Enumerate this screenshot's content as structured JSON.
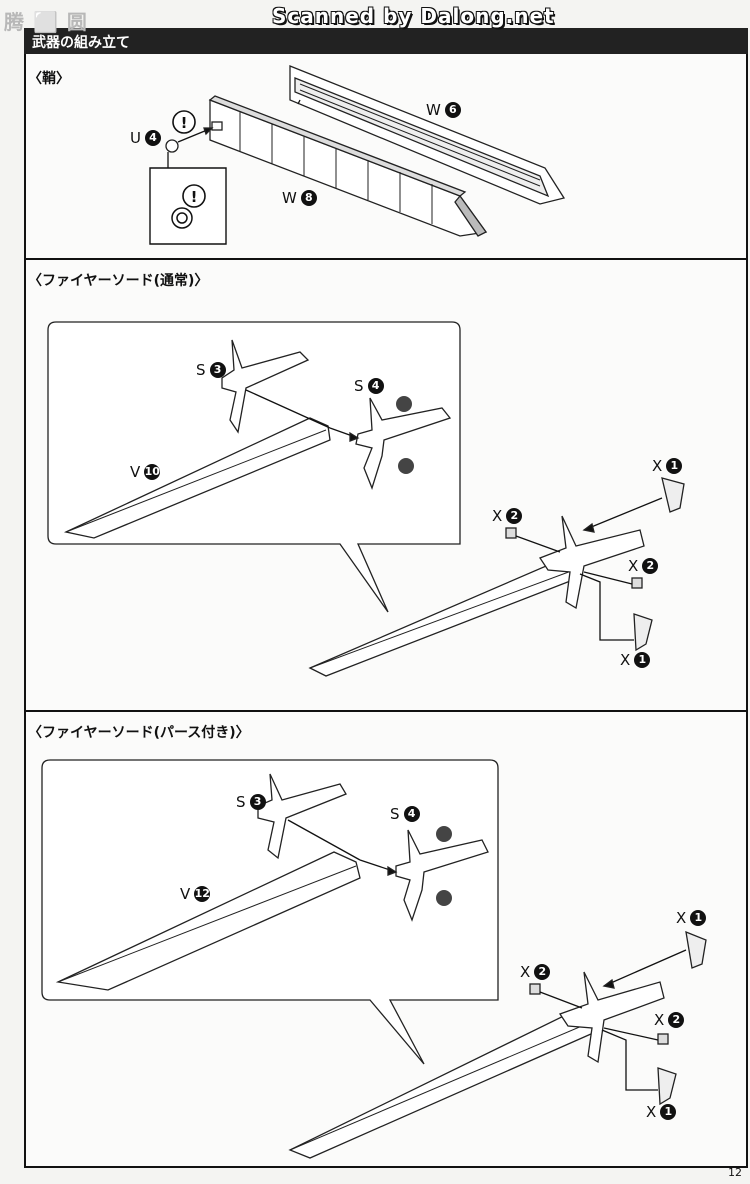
{
  "watermarks": {
    "left": "腾 ⬜ 圆",
    "top": "Scanned by Dalong.net"
  },
  "header": {
    "title": "武器の組み立て"
  },
  "sections": {
    "sheath": {
      "title": "〈鞘〉",
      "parts": {
        "u4": {
          "letter": "U",
          "number": "4"
        },
        "w6": {
          "letter": "W",
          "number": "6"
        },
        "w8": {
          "letter": "W",
          "number": "8"
        }
      },
      "warning_mark": "!"
    },
    "fire_sword_normal": {
      "title": "〈ファイヤーソード(通常)〉",
      "parts": {
        "s3": {
          "letter": "S",
          "number": "3"
        },
        "s4": {
          "letter": "S",
          "number": "4"
        },
        "v10": {
          "letter": "V",
          "number": "10"
        },
        "x1_top": {
          "letter": "X",
          "number": "1"
        },
        "x2_left": {
          "letter": "X",
          "number": "2"
        },
        "x2_right": {
          "letter": "X",
          "number": "2"
        },
        "x1_bottom": {
          "letter": "X",
          "number": "1"
        }
      }
    },
    "fire_sword_perse": {
      "title": "〈ファイヤーソード(パース付き)〉",
      "parts": {
        "s3": {
          "letter": "S",
          "number": "3"
        },
        "s4": {
          "letter": "S",
          "number": "4"
        },
        "v12": {
          "letter": "V",
          "number": "12"
        },
        "x1_top": {
          "letter": "X",
          "number": "1"
        },
        "x2_left": {
          "letter": "X",
          "number": "2"
        },
        "x2_right": {
          "letter": "X",
          "number": "2"
        },
        "x1_bottom": {
          "letter": "X",
          "number": "1"
        }
      }
    }
  },
  "page_number": "12"
}
